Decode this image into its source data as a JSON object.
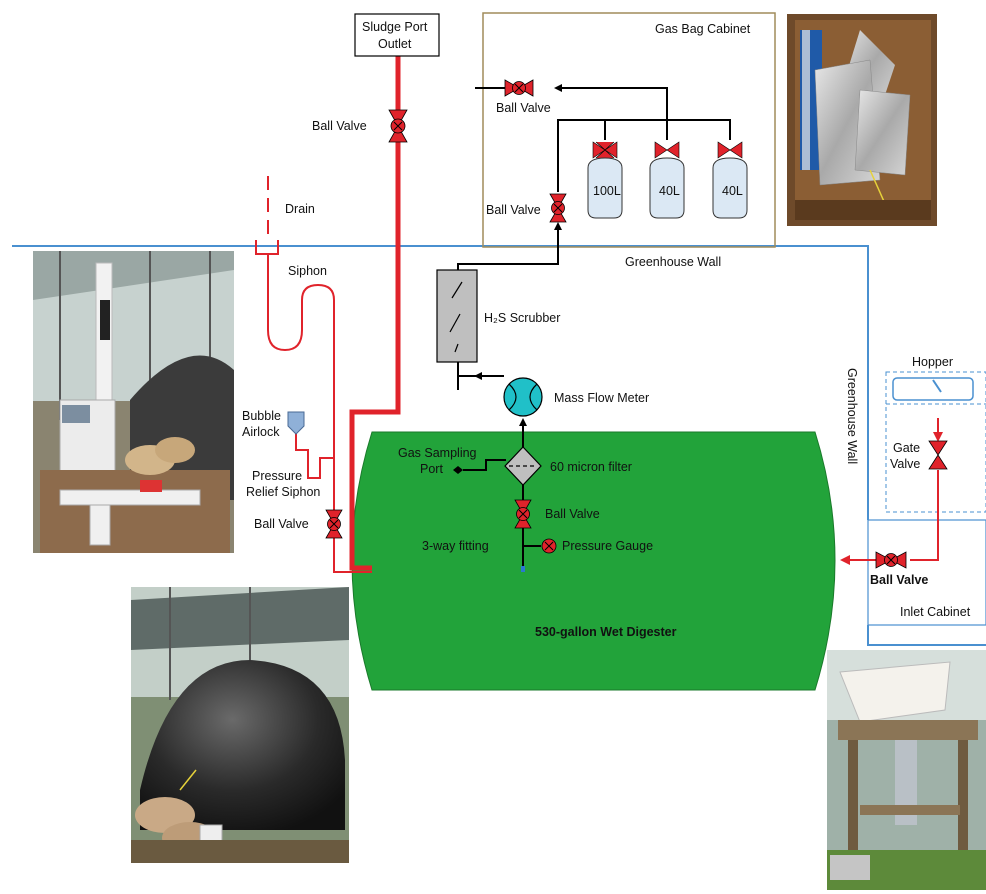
{
  "labels": {
    "sludge_port_line1": "Sludge Port",
    "sludge_port_line2": "Outlet",
    "gas_bag_cabinet": "Gas Bag Cabinet",
    "ball_valve_sludge": "Ball Valve",
    "ball_valve_gasbag_top": "Ball Valve",
    "ball_valve_gasbag_inlet": "Ball Valve",
    "drain": "Drain",
    "siphon": "Siphon",
    "greenhouse_wall_top": "Greenhouse Wall",
    "greenhouse_wall_side": "Greenhouse Wall",
    "h2s_scrubber": "H₂S Scrubber",
    "mass_flow_meter": "Mass Flow Meter",
    "bubble_airlock_line1": "Bubble",
    "bubble_airlock_line2": "Airlock",
    "pressure_relief_line1": "Pressure",
    "pressure_relief_line2": "Relief Siphon",
    "ball_valve_left": "Ball Valve",
    "gas_sampling_line1": "Gas Sampling",
    "gas_sampling_line2": "Port",
    "micron_filter": "60 micron filter",
    "ball_valve_center": "Ball Valve",
    "three_way_fitting": "3-way fitting",
    "pressure_gauge": "Pressure Gauge",
    "digester": "530-gallon Wet Digester",
    "hopper": "Hopper",
    "gate_valve_line1": "Gate",
    "gate_valve_line2": "Valve",
    "ball_valve_inlet": "Ball Valve",
    "inlet_cabinet": "Inlet Cabinet"
  },
  "gas_bags": [
    "100L",
    "40L",
    "40L"
  ],
  "colors": {
    "digester_fill": "#22a33a",
    "pipe_red": "#e0232b",
    "valve_red": "#e0232b",
    "wall_blue": "#4a90d0",
    "cabinet_border": "#a08c5a",
    "flow_meter": "#20c0c8",
    "gas_bag_fill": "#dbe8f4",
    "scrubber_fill": "#bfbfbf"
  },
  "photos": [
    "siphon-airlock-photo",
    "gas-bag-cabinet-photo",
    "digester-bag-photo",
    "hopper-inlet-photo"
  ]
}
